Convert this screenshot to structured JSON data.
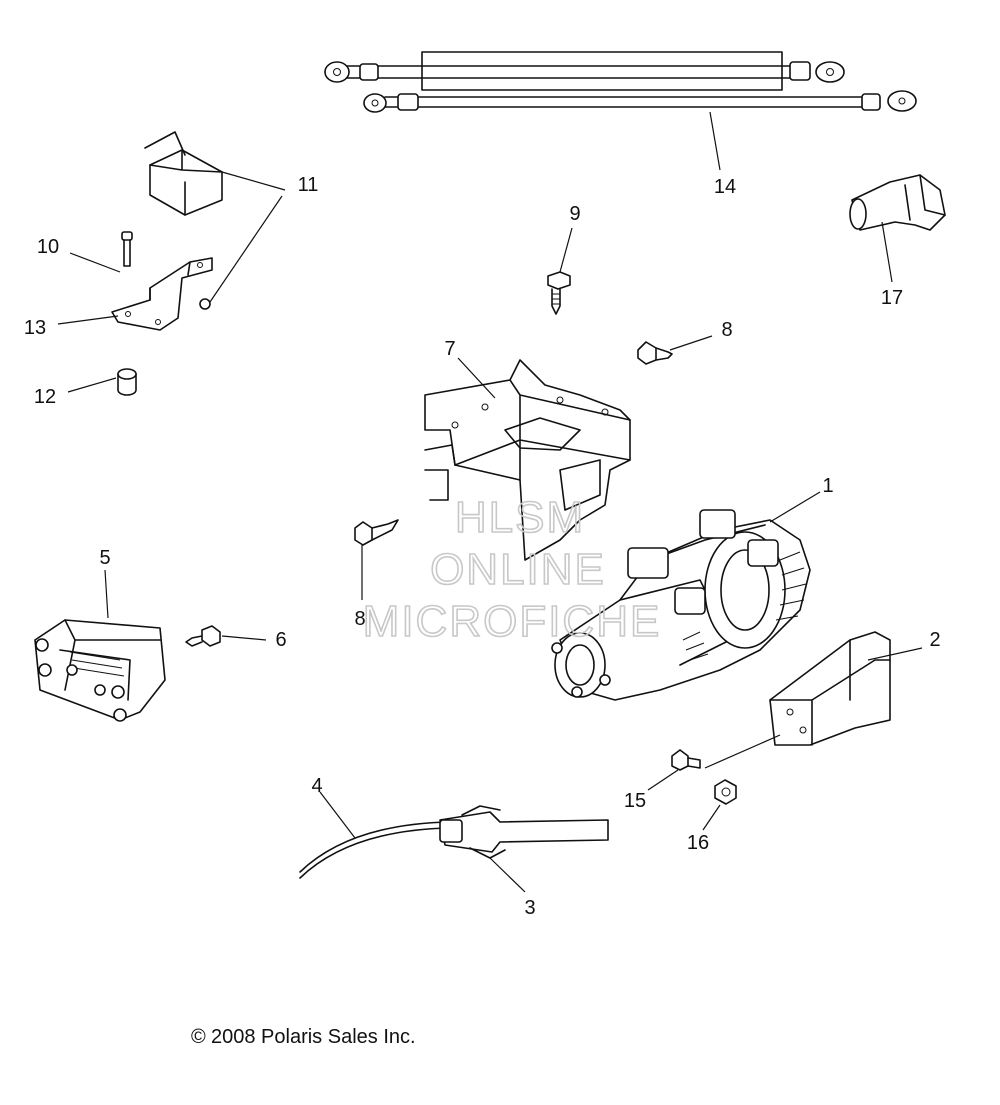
{
  "callouts": {
    "c1": "1",
    "c2": "2",
    "c3": "3",
    "c4": "4",
    "c5": "5",
    "c6": "6",
    "c7": "7",
    "c8a": "8",
    "c8b": "8",
    "c9": "9",
    "c10": "10",
    "c11": "11",
    "c12": "12",
    "c13": "13",
    "c14": "14",
    "c15": "15",
    "c16": "16",
    "c17": "17"
  },
  "watermark": {
    "line1": "HLSM",
    "line2": "ONLINE",
    "line3": "MICROFICHE"
  },
  "copyright": "2008 Polaris Sales Inc.",
  "copyright_symbol": "©"
}
